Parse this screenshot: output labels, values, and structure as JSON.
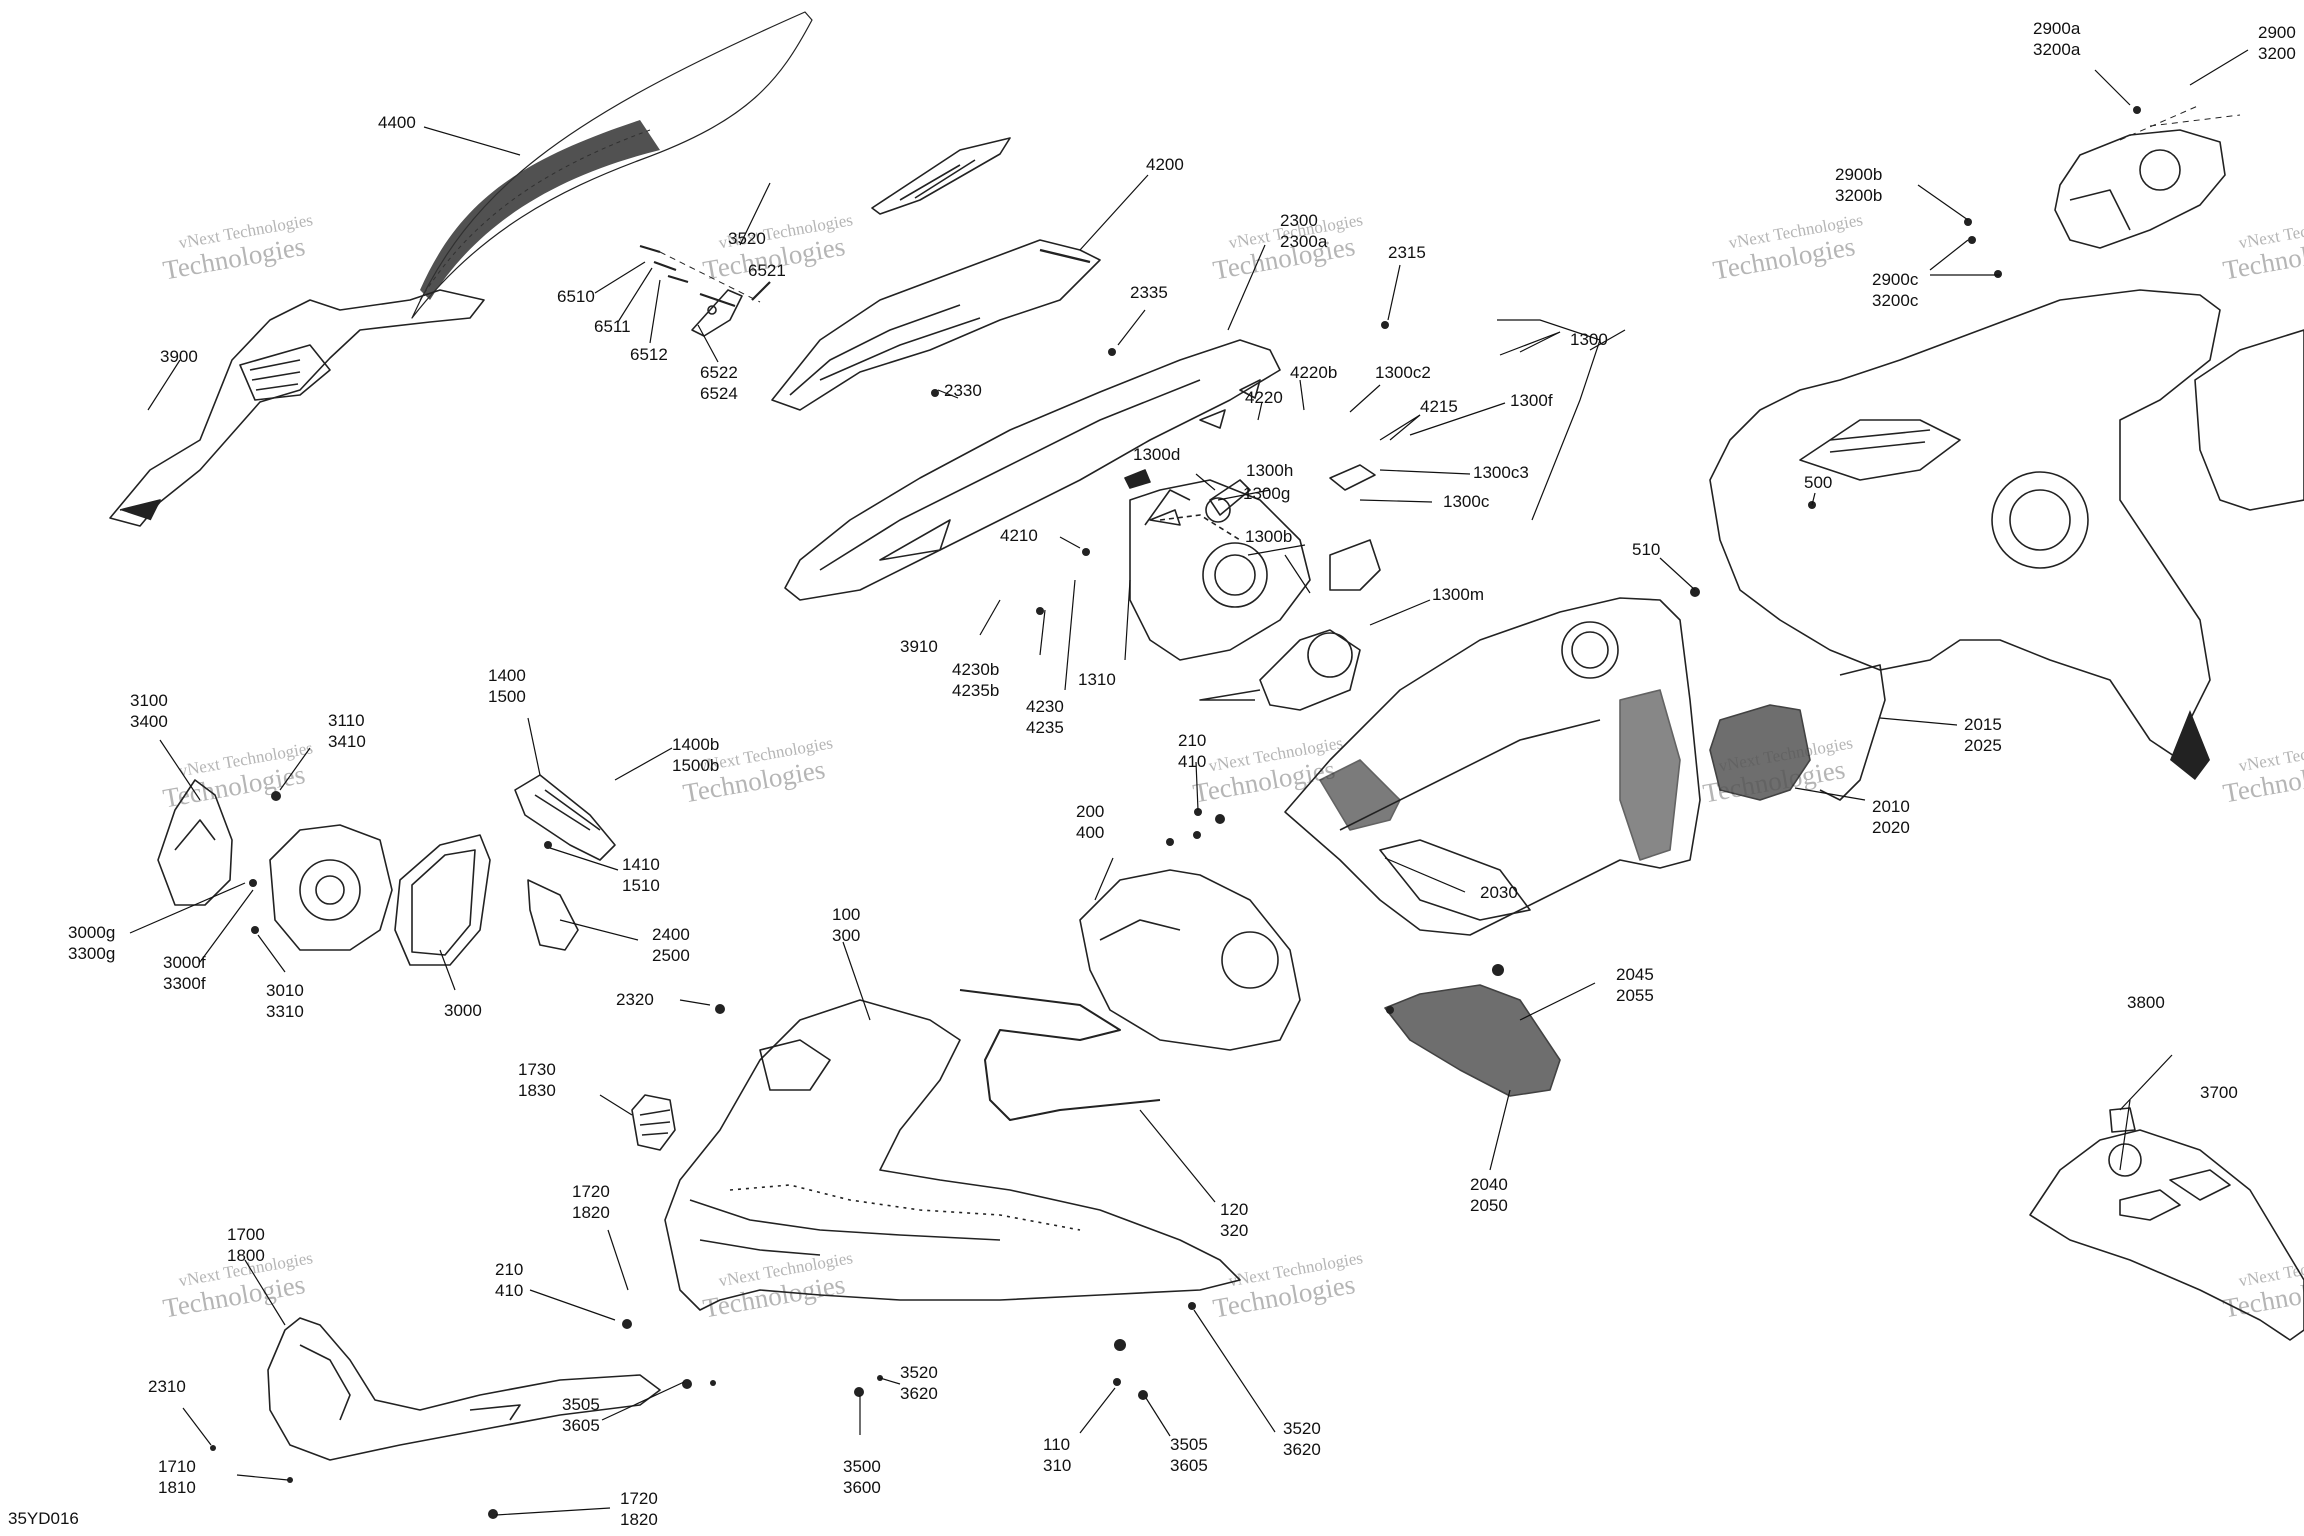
{
  "diagram_code": "35YD016",
  "watermark": {
    "line1": "vNext Technologies",
    "line2": "Technologies"
  },
  "callouts": [
    {
      "id": "4400",
      "lines": [
        "4400"
      ]
    },
    {
      "id": "3900",
      "lines": [
        "3900"
      ]
    },
    {
      "id": "3520-top",
      "lines": [
        "3520"
      ]
    },
    {
      "id": "6521",
      "lines": [
        "6521"
      ]
    },
    {
      "id": "6510",
      "lines": [
        "6510"
      ]
    },
    {
      "id": "6511",
      "lines": [
        "6511"
      ]
    },
    {
      "id": "6512",
      "lines": [
        "6512"
      ]
    },
    {
      "id": "6522",
      "lines": [
        "6522",
        "6524"
      ]
    },
    {
      "id": "4200",
      "lines": [
        "4200"
      ]
    },
    {
      "id": "2300",
      "lines": [
        "2300",
        "2300a"
      ]
    },
    {
      "id": "2315",
      "lines": [
        "2315"
      ]
    },
    {
      "id": "2335",
      "lines": [
        "2335"
      ]
    },
    {
      "id": "2330",
      "lines": [
        "2330"
      ]
    },
    {
      "id": "4220",
      "lines": [
        "4220"
      ]
    },
    {
      "id": "4220b",
      "lines": [
        "4220b"
      ]
    },
    {
      "id": "1300c2",
      "lines": [
        "1300c2"
      ]
    },
    {
      "id": "4215",
      "lines": [
        "4215"
      ]
    },
    {
      "id": "1300f",
      "lines": [
        "1300f"
      ]
    },
    {
      "id": "1300",
      "lines": [
        "1300"
      ]
    },
    {
      "id": "1300d",
      "lines": [
        "1300d"
      ]
    },
    {
      "id": "1300h",
      "lines": [
        "1300h"
      ]
    },
    {
      "id": "1300c3",
      "lines": [
        "1300c3"
      ]
    },
    {
      "id": "1300g",
      "lines": [
        "1300g"
      ]
    },
    {
      "id": "1300c",
      "lines": [
        "1300c"
      ]
    },
    {
      "id": "1300b",
      "lines": [
        "1300b"
      ]
    },
    {
      "id": "4210",
      "lines": [
        "4210"
      ]
    },
    {
      "id": "1300m",
      "lines": [
        "1300m"
      ]
    },
    {
      "id": "3910",
      "lines": [
        "3910"
      ]
    },
    {
      "id": "4230b",
      "lines": [
        "4230b",
        "4235b"
      ]
    },
    {
      "id": "4230",
      "lines": [
        "4230",
        "4235"
      ]
    },
    {
      "id": "1310",
      "lines": [
        "1310"
      ]
    },
    {
      "id": "2900a",
      "lines": [
        "2900a",
        "3200a"
      ]
    },
    {
      "id": "2900",
      "lines": [
        "2900",
        "3200"
      ]
    },
    {
      "id": "2900b",
      "lines": [
        "2900b",
        "3200b"
      ]
    },
    {
      "id": "2900c",
      "lines": [
        "2900c",
        "3200c"
      ]
    },
    {
      "id": "500",
      "lines": [
        "500"
      ]
    },
    {
      "id": "510",
      "lines": [
        "510"
      ]
    },
    {
      "id": "2015",
      "lines": [
        "2015",
        "2025"
      ]
    },
    {
      "id": "2010",
      "lines": [
        "2010",
        "2020"
      ]
    },
    {
      "id": "3100",
      "lines": [
        "3100",
        "3400"
      ]
    },
    {
      "id": "3110",
      "lines": [
        "3110",
        "3410"
      ]
    },
    {
      "id": "1400",
      "lines": [
        "1400",
        "1500"
      ]
    },
    {
      "id": "1400b",
      "lines": [
        "1400b",
        "1500b"
      ]
    },
    {
      "id": "1410",
      "lines": [
        "1410",
        "1510"
      ]
    },
    {
      "id": "210-top",
      "lines": [
        "210",
        "410"
      ]
    },
    {
      "id": "200",
      "lines": [
        "200",
        "400"
      ]
    },
    {
      "id": "2030",
      "lines": [
        "2030"
      ]
    },
    {
      "id": "3000g",
      "lines": [
        "3000g",
        "3300g"
      ]
    },
    {
      "id": "3000f",
      "lines": [
        "3000f",
        "3300f"
      ]
    },
    {
      "id": "3010",
      "lines": [
        "3010",
        "3310"
      ]
    },
    {
      "id": "3000",
      "lines": [
        "3000"
      ]
    },
    {
      "id": "2400",
      "lines": [
        "2400",
        "2500"
      ]
    },
    {
      "id": "100",
      "lines": [
        "100",
        "300"
      ]
    },
    {
      "id": "2320",
      "lines": [
        "2320"
      ]
    },
    {
      "id": "2045",
      "lines": [
        "2045",
        "2055"
      ]
    },
    {
      "id": "1730",
      "lines": [
        "1730",
        "1830"
      ]
    },
    {
      "id": "3800",
      "lines": [
        "3800"
      ]
    },
    {
      "id": "3700",
      "lines": [
        "3700"
      ]
    },
    {
      "id": "120",
      "lines": [
        "120",
        "320"
      ]
    },
    {
      "id": "2040",
      "lines": [
        "2040",
        "2050"
      ]
    },
    {
      "id": "1720-mid",
      "lines": [
        "1720",
        "1820"
      ]
    },
    {
      "id": "1700",
      "lines": [
        "1700",
        "1800"
      ]
    },
    {
      "id": "210-bottom",
      "lines": [
        "210",
        "410"
      ]
    },
    {
      "id": "2310",
      "lines": [
        "2310"
      ]
    },
    {
      "id": "3505-left",
      "lines": [
        "3505",
        "3605"
      ]
    },
    {
      "id": "3520-bottom",
      "lines": [
        "3520",
        "3620"
      ]
    },
    {
      "id": "110",
      "lines": [
        "110",
        "310"
      ]
    },
    {
      "id": "3500",
      "lines": [
        "3500",
        "3600"
      ]
    },
    {
      "id": "3505-right",
      "lines": [
        "3505",
        "3605"
      ]
    },
    {
      "id": "3520-right",
      "lines": [
        "3520",
        "3620"
      ]
    },
    {
      "id": "1710",
      "lines": [
        "1710",
        "1810"
      ]
    },
    {
      "id": "1720-bottom",
      "lines": [
        "1720",
        "1820"
      ]
    }
  ]
}
